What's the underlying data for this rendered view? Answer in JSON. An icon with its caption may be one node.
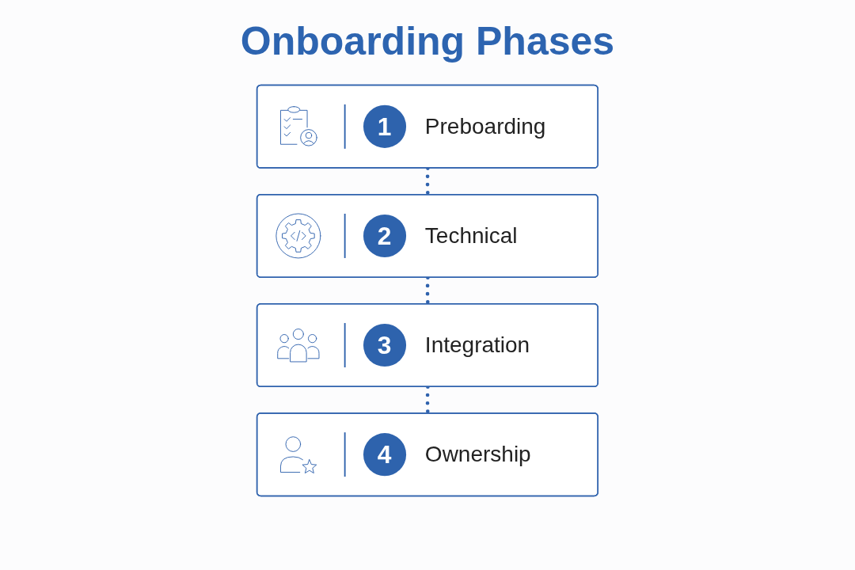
{
  "diagram": {
    "title": "Onboarding Phases",
    "nodes": [
      {
        "text": [
          "1",
          "Preboarding"
        ]
      },
      {
        "text": [
          "2",
          "Technical"
        ]
      },
      {
        "text": [
          "3",
          "Integration"
        ]
      },
      {
        "text": [
          "4",
          "Ownership"
        ]
      }
    ],
    "edges": [
      {
        "from": 0,
        "to": 1,
        "arrow": "none",
        "style": "dashed"
      },
      {
        "from": 1,
        "to": 2,
        "arrow": "none",
        "style": "dashed"
      },
      {
        "from": 2,
        "to": 3,
        "arrow": "none",
        "style": "dashed"
      }
    ]
  }
}
